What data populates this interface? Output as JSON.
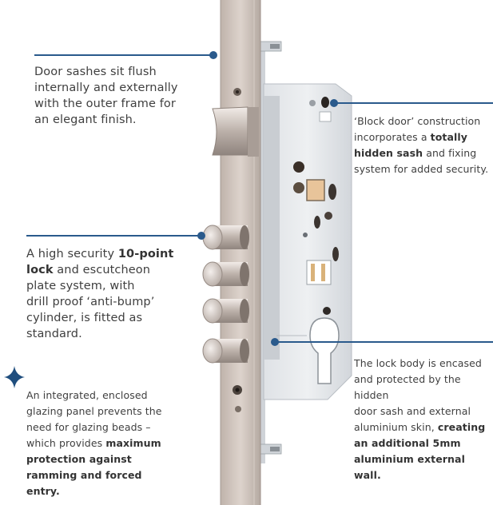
{
  "colors": {
    "leader": "#2a5a8c",
    "star": "#1f4e7e"
  },
  "icons": {
    "star": "four-point-star-icon"
  },
  "callouts": {
    "flush": {
      "l1": "Door sashes sit flush",
      "l2": "internally and externally",
      "l3": "with the outer frame for",
      "l4": "an elegant finish."
    },
    "lock": {
      "t1": "A high security ",
      "b1": "10-point",
      "b2": "lock",
      "t2": " and escutcheon",
      "t3": "plate system, with",
      "t4": "drill proof ‘anti-bump’",
      "t5": "cylinder, is fitted as",
      "t6": "standard."
    },
    "glazing": {
      "t1": "An integrated, enclosed",
      "t2": "glazing panel prevents the",
      "t3": "need for glazing beads –",
      "t4": "which provides ",
      "b1": "maximum",
      "b2": "protection against",
      "b3": "ramming and forced entry."
    },
    "block": {
      "t1": "‘Block door’ construction",
      "t2": "incorporates a ",
      "b1": "totally",
      "b2": "hidden sash",
      "t3": " and fixing",
      "t4": "system for added security."
    },
    "body": {
      "t1": "The lock body is encased",
      "t2": "and protected by the hidden",
      "t3": "door sash and external",
      "t4": "aluminium skin, ",
      "b1": "creating",
      "b2": "an additional 5mm",
      "b3": "aluminium external wall."
    }
  }
}
